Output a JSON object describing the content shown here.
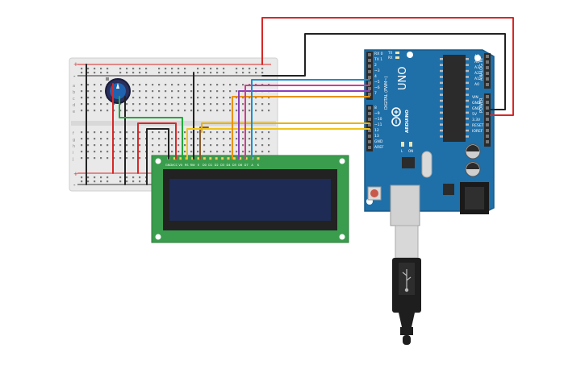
{
  "arduino": {
    "brand": "ARDUINO",
    "model": "UNO",
    "tx_label": "TX",
    "rx_label": "RX",
    "led_label": "L",
    "on_label": "ON",
    "digital_header": "DIGITAL (PWM~)",
    "analog_header": "ANALOG IN",
    "power_header": "POWER",
    "aref_label": "AREF",
    "gnd_label": "GND",
    "digital_pins_top": [
      "RX 0",
      "TX 1",
      "2",
      "~3",
      "4",
      "~5",
      "~6",
      "7"
    ],
    "digital_pins_bottom": [
      "8",
      "~9",
      "~10",
      "~11",
      "12",
      "13"
    ],
    "analog_pins": [
      "A5",
      "A4",
      "A3",
      "A2",
      "A1",
      "A0"
    ],
    "power_pins": [
      "VIN",
      "GND",
      "GND",
      "5V",
      "3.3V",
      "RESET",
      "IOREF"
    ],
    "reset_label": "RESET"
  },
  "lcd": {
    "pin_labels": [
      "GND",
      "VCC",
      "V0",
      "RS",
      "RW",
      "E",
      "D0",
      "D1",
      "D2",
      "D3",
      "D4",
      "D5",
      "D6",
      "D7",
      "A",
      "K"
    ]
  },
  "breadboard": {
    "rows_top": [
      "a",
      "b",
      "c",
      "d",
      "e"
    ],
    "rows_bottom": [
      "f",
      "g",
      "h",
      "i",
      "j"
    ],
    "plus_label": "+",
    "minus_label": "-"
  },
  "colors": {
    "board": "#1f6fa8",
    "breadboard": "#e9e9e9",
    "lcd_pcb": "#3a9d4d",
    "lcd_screen": "#1d2b55",
    "wire_red": "#d62828",
    "wire_black": "#222222",
    "wire_green": "#1faa3a",
    "wire_blue": "#1a8fd0",
    "wire_purple": "#8b3fb8",
    "wire_pink": "#d23c8f",
    "wire_orange": "#e8920c",
    "wire_yellow": "#f0c419",
    "wire_brown": "#8a5a2b"
  }
}
